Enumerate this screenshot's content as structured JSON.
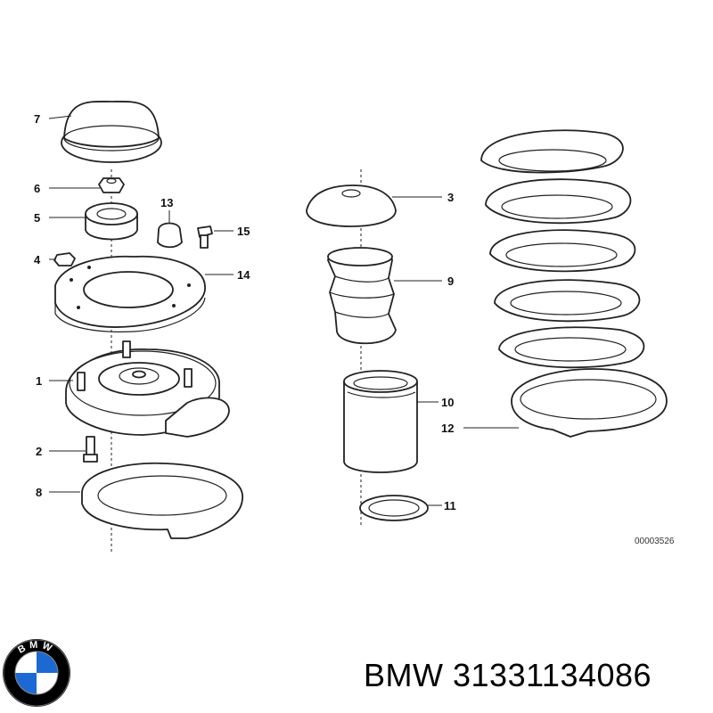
{
  "diagram": {
    "callouts": {
      "c1": "1",
      "c2": "2",
      "c3": "3",
      "c4": "4",
      "c5": "5",
      "c6": "6",
      "c7": "7",
      "c8": "8",
      "c9": "9",
      "c10": "10",
      "c11": "11",
      "c12": "12",
      "c13": "13",
      "c14": "14",
      "c15": "15"
    },
    "reference_number": "00003526"
  },
  "footer": {
    "brand": "BMW",
    "part_number": "31331134086",
    "logo_letters": "BMW",
    "logo_colors": {
      "ring": "#000000",
      "blue": "#1c69d4",
      "white": "#ffffff"
    }
  }
}
